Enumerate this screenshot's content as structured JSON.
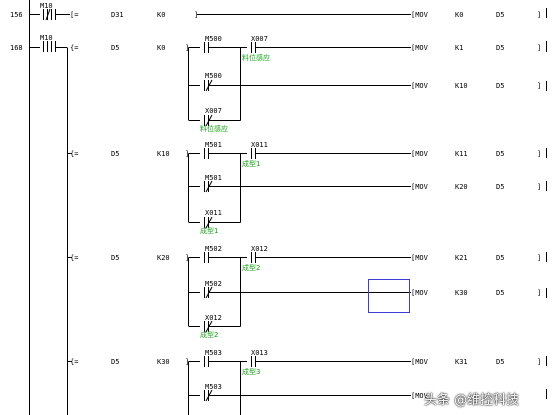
{
  "steps": [
    {
      "step": "156",
      "contact": "M10",
      "compare": {
        "op": "[=",
        "a": "D31",
        "b": "K0"
      },
      "outputs": [
        {
          "mnemonic": "[MOV",
          "src": "K0",
          "dst": "D5"
        }
      ]
    },
    {
      "step": "168",
      "contact": "M10",
      "blocks": [
        {
          "compare": {
            "op": "{=",
            "a": "D5",
            "b": "K0"
          },
          "branches": [
            {
              "contacts": [
                {
                  "label": "M500",
                  "type": "no"
                },
                {
                  "label": "X007",
                  "type": "no",
                  "comment": "料位感应"
                }
              ],
              "output": {
                "mnemonic": "[MOV",
                "src": "K1",
                "dst": "D5"
              }
            },
            {
              "contacts": [
                {
                  "label": "M500",
                  "type": "nc"
                }
              ],
              "output": {
                "mnemonic": "[MOV",
                "src": "K10",
                "dst": "D5"
              }
            },
            {
              "contacts": [
                {
                  "label": "X007",
                  "type": "nc",
                  "comment": "料位感应"
                }
              ]
            }
          ]
        },
        {
          "compare": {
            "op": "{=",
            "a": "D5",
            "b": "K10"
          },
          "branches": [
            {
              "contacts": [
                {
                  "label": "M501",
                  "type": "no"
                },
                {
                  "label": "X011",
                  "type": "no",
                  "comment": "成型1"
                }
              ],
              "output": {
                "mnemonic": "[MOV",
                "src": "K11",
                "dst": "D5"
              }
            },
            {
              "contacts": [
                {
                  "label": "M501",
                  "type": "nc"
                }
              ],
              "output": {
                "mnemonic": "[MOV",
                "src": "K20",
                "dst": "D5"
              }
            },
            {
              "contacts": [
                {
                  "label": "X011",
                  "type": "nc",
                  "comment": "成型1"
                }
              ]
            }
          ]
        },
        {
          "compare": {
            "op": "{=",
            "a": "D5",
            "b": "K20"
          },
          "branches": [
            {
              "contacts": [
                {
                  "label": "M502",
                  "type": "no"
                },
                {
                  "label": "X012",
                  "type": "no",
                  "comment": "成型2"
                }
              ],
              "output": {
                "mnemonic": "[MOV",
                "src": "K21",
                "dst": "D5"
              }
            },
            {
              "contacts": [
                {
                  "label": "M502",
                  "type": "nc"
                }
              ],
              "output": {
                "mnemonic": "[MOV",
                "src": "K30",
                "dst": "D5"
              }
            },
            {
              "contacts": [
                {
                  "label": "X012",
                  "type": "nc",
                  "comment": "成型2"
                }
              ]
            }
          ]
        },
        {
          "compare": {
            "op": "{=",
            "a": "D5",
            "b": "K30"
          },
          "branches": [
            {
              "contacts": [
                {
                  "label": "M503",
                  "type": "no"
                },
                {
                  "label": "X013",
                  "type": "no",
                  "comment": "成型3"
                }
              ],
              "output": {
                "mnemonic": "[MOV",
                "src": "K31",
                "dst": "D5"
              }
            },
            {
              "contacts": [
                {
                  "label": "M503",
                  "type": "nc"
                }
              ],
              "output": {
                "mnemonic": "[MOV",
                "src": "",
                "dst": ""
              }
            }
          ]
        }
      ]
    }
  ],
  "colors": {
    "line": "#000000",
    "comment": "#19a319",
    "selection": "#3b3bd6"
  },
  "watermark": "头条 @维控科技"
}
